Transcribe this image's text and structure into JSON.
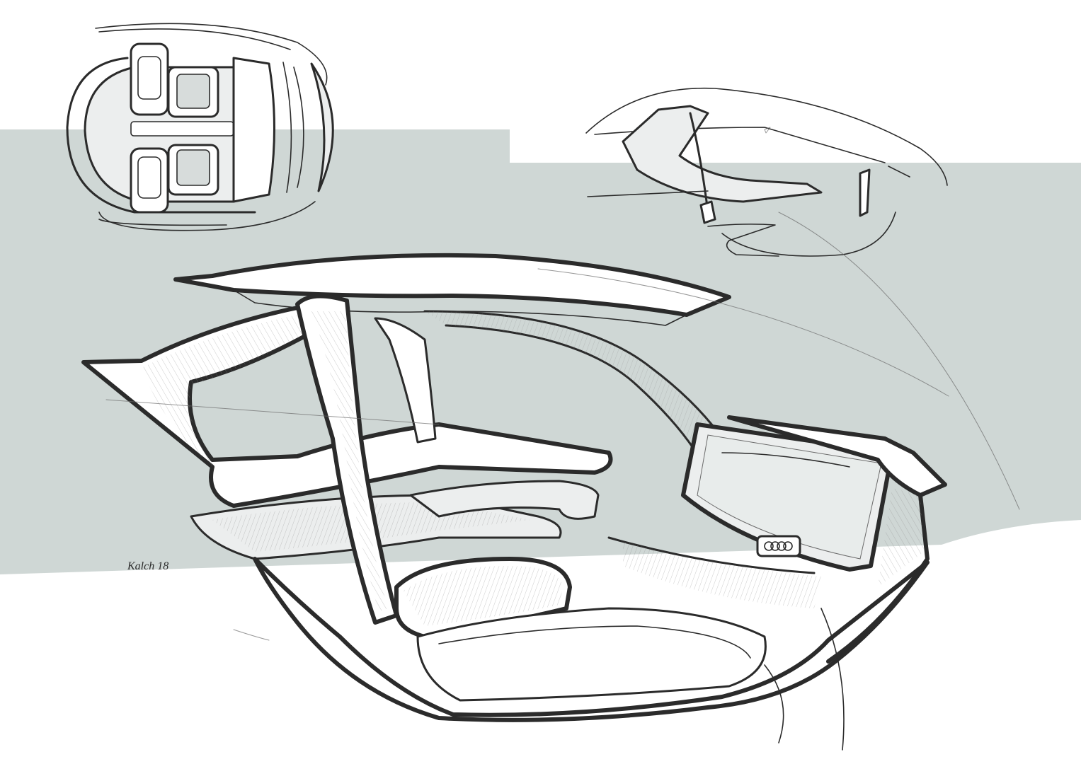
{
  "artwork": {
    "subject": "car-interior-concept-sketch",
    "background_color": "#ffffff",
    "band_color": "#cfd7d5",
    "ink_color": "#2b2b2b",
    "signature_text": "Kalch 18",
    "badge_text": "audi"
  }
}
